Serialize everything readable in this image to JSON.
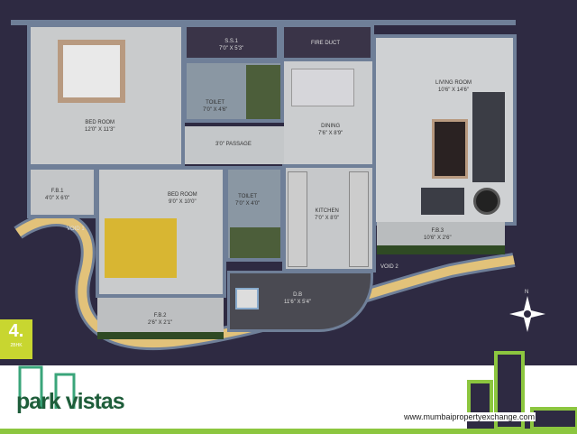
{
  "plan": {
    "rooms": [
      {
        "name": "S.S.1",
        "size": "7'0\" x 5'3\""
      },
      {
        "name": "FIRE DUCT",
        "size": ""
      },
      {
        "name": "TOILET",
        "size": "7'0\" x 4'6\""
      },
      {
        "name": "BED ROOM",
        "size": "12'0\" x 11'3\""
      },
      {
        "name": "3'0\" PASSAGE",
        "size": ""
      },
      {
        "name": "DINING",
        "size": "7'6\" x 8'9\""
      },
      {
        "name": "LIVING ROOM",
        "size": "10'6\" x 14'6\""
      },
      {
        "name": "F.B.1",
        "size": "4'0\" x 6'0\""
      },
      {
        "name": "BED ROOM",
        "size": "9'0\" x 10'0\""
      },
      {
        "name": "TOILET",
        "size": "7'0\" x 4'0\""
      },
      {
        "name": "KITCHEN",
        "size": "7'0\" x 8'0\""
      },
      {
        "name": "F.B.3",
        "size": "10'6\" x 2'6\""
      },
      {
        "name": "VOID 1",
        "size": ""
      },
      {
        "name": "VOID 2",
        "size": ""
      },
      {
        "name": "D.B",
        "size": "11'6\" x 5'4\""
      },
      {
        "name": "F.B.2",
        "size": "2'6\" x 2'1\""
      }
    ],
    "compass_label": "N"
  },
  "badge": {
    "number": "4.",
    "type": "2BHK"
  },
  "brand": {
    "logo": "park vistas",
    "website": "www.mumbaipropertyexchange.com"
  },
  "colors": {
    "accent": "#8cc63f",
    "badge": "#c8d630",
    "background": "#2e2a42",
    "wall": "#6f7f98"
  }
}
